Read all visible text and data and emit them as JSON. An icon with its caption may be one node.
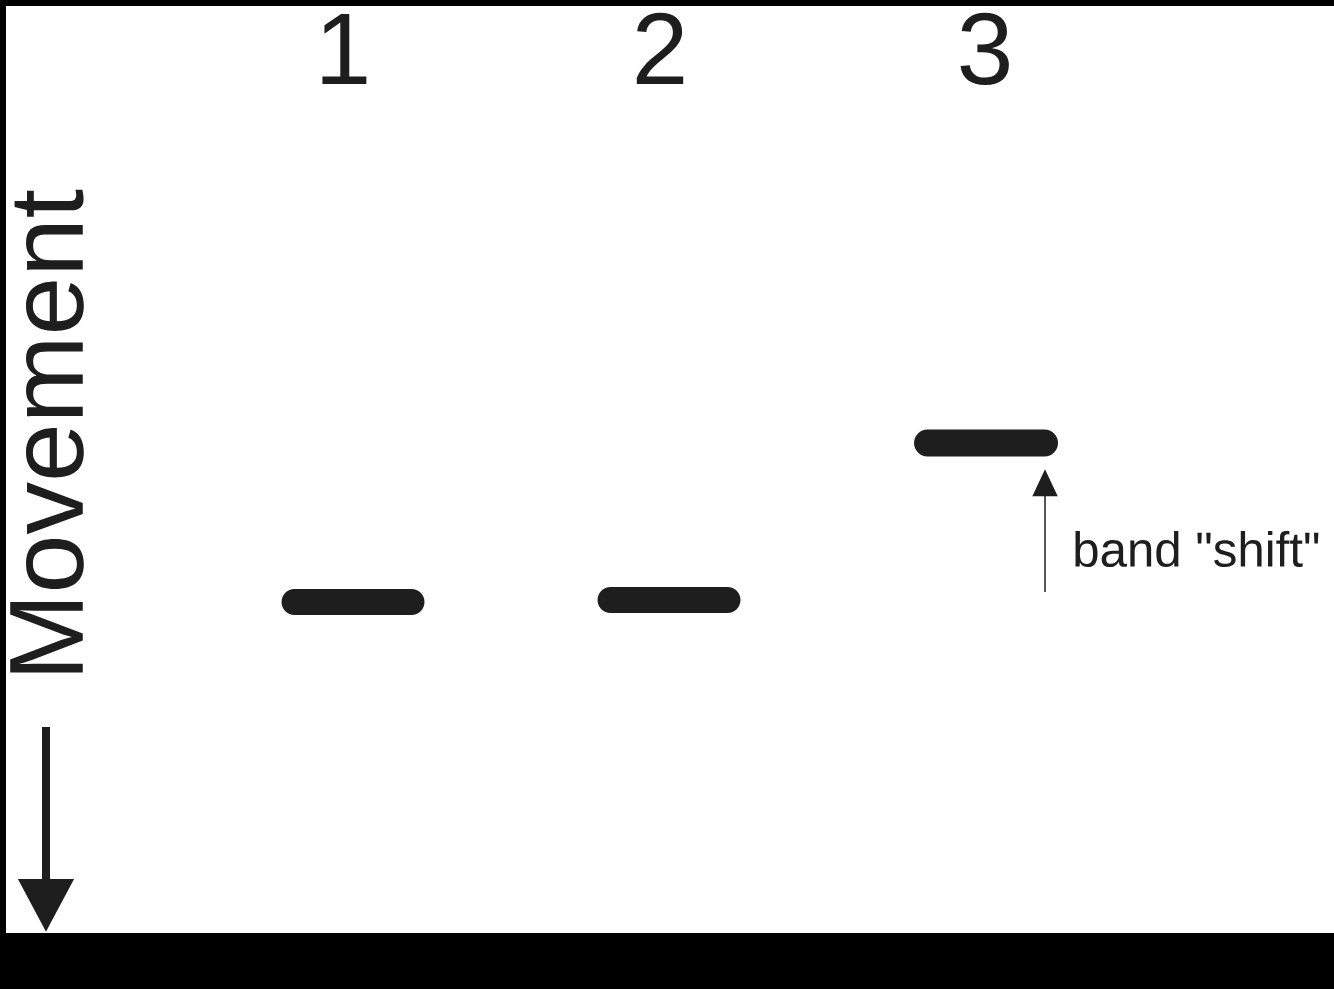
{
  "diagram": {
    "nodes": [
      {
        "text": [],
        "shape": "bar"
      },
      {
        "text": [],
        "shape": "bar"
      },
      {
        "text": [],
        "shape": "bar"
      }
    ],
    "edges": [
      {
        "from": null,
        "to": 2,
        "arrow": "to",
        "label": "band \"shift\""
      }
    ],
    "labels": [
      "1",
      "2",
      "3",
      "Movement"
    ]
  }
}
